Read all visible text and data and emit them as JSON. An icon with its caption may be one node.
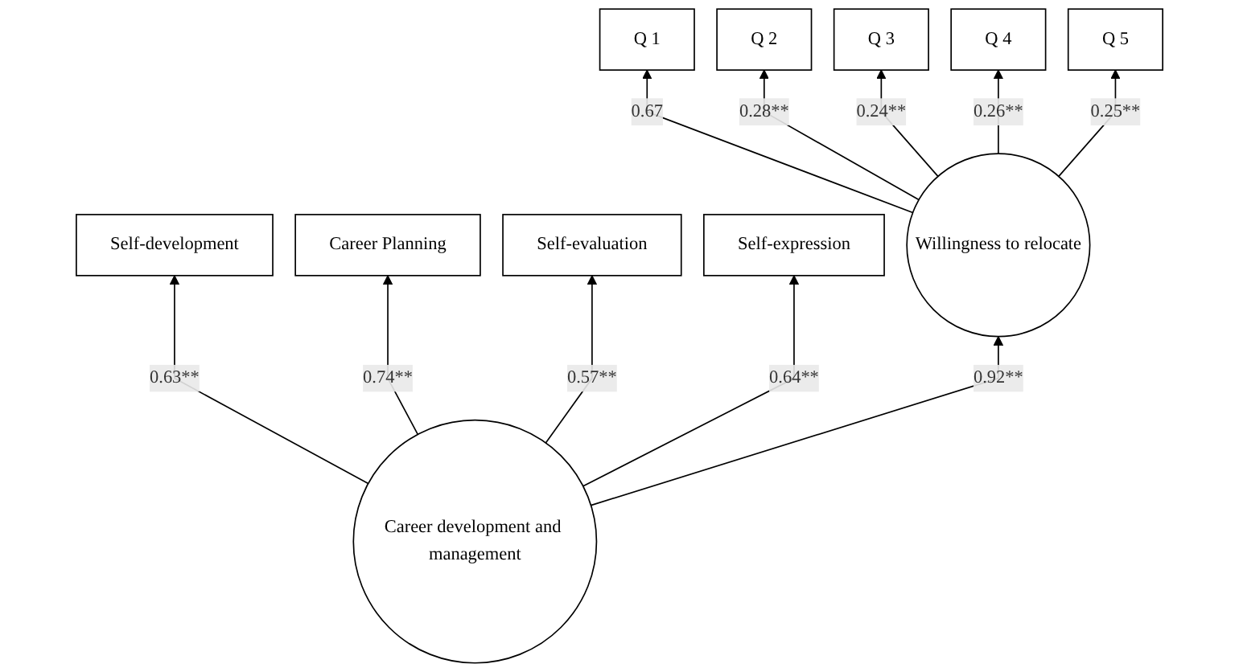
{
  "diagram": {
    "nodes": [
      {
        "text": [
          "Self-development"
        ]
      },
      {
        "text": [
          "Career Planning"
        ]
      },
      {
        "text": [
          "Self-evaluation"
        ]
      },
      {
        "text": [
          "Self-expression"
        ]
      },
      {
        "text": [
          "Q 1"
        ]
      },
      {
        "text": [
          "Q 2"
        ]
      },
      {
        "text": [
          "Q 3"
        ]
      },
      {
        "text": [
          "Q 4"
        ]
      },
      {
        "text": [
          "Q 5"
        ]
      },
      {
        "text": [
          "Career development and management"
        ]
      },
      {
        "text": [
          "Willingness to relocate"
        ]
      }
    ],
    "edges": [
      {
        "from": 9,
        "to": 0,
        "arrow": "to",
        "label": "0.63**"
      },
      {
        "from": 9,
        "to": 1,
        "arrow": "to",
        "label": "0.74**"
      },
      {
        "from": 9,
        "to": 2,
        "arrow": "to",
        "label": "0.57**"
      },
      {
        "from": 9,
        "to": 3,
        "arrow": "to",
        "label": "0.64**"
      },
      {
        "from": 10,
        "to": 4,
        "arrow": "to",
        "label": "0.67"
      },
      {
        "from": 10,
        "to": 5,
        "arrow": "to",
        "label": "0.28**"
      },
      {
        "from": 10,
        "to": 6,
        "arrow": "to",
        "label": "0.24**"
      },
      {
        "from": 10,
        "to": 7,
        "arrow": "to",
        "label": "0.26**"
      },
      {
        "from": 10,
        "to": 8,
        "arrow": "to",
        "label": "0.25**"
      },
      {
        "from": 9,
        "to": 10,
        "arrow": "to",
        "label": "0.92**"
      }
    ]
  }
}
